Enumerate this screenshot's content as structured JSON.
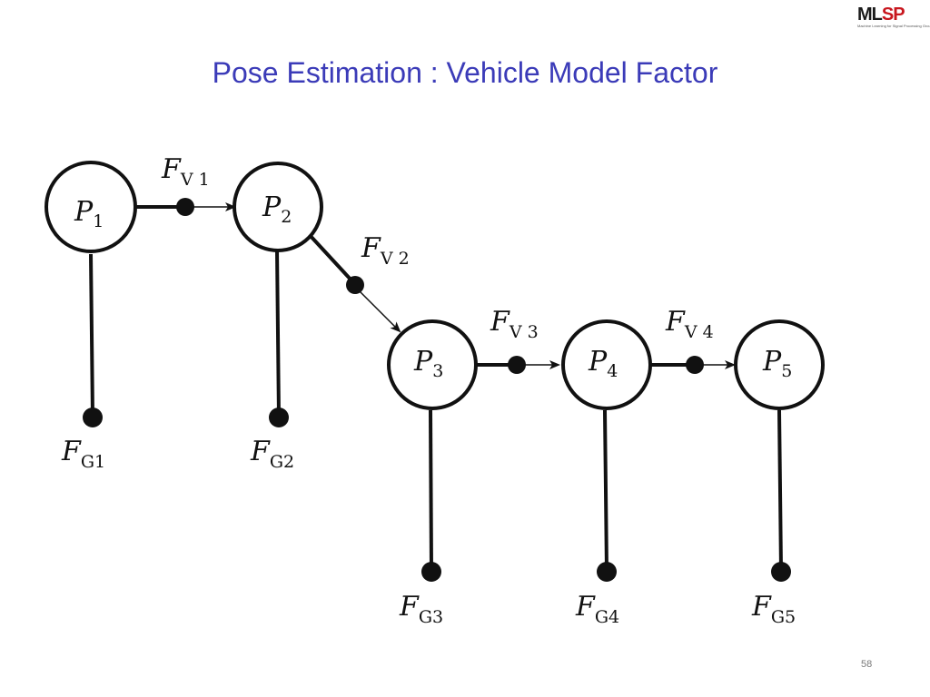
{
  "header": {
    "title": "Pose Estimation : Vehicle Model Factor",
    "logo": {
      "main_a": "ML",
      "main_b": "SP",
      "tagline": "Machine Learning for Signal Processing Group"
    }
  },
  "diagram": {
    "pose_nodes": [
      {
        "var": "P",
        "sub": "1"
      },
      {
        "var": "P",
        "sub": "2"
      },
      {
        "var": "P",
        "sub": "3"
      },
      {
        "var": "P",
        "sub": "4"
      },
      {
        "var": "P",
        "sub": "5"
      }
    ],
    "vehicle_factors": [
      {
        "var": "F",
        "sub": "V 1"
      },
      {
        "var": "F",
        "sub": "V 2"
      },
      {
        "var": "F",
        "sub": "V 3"
      },
      {
        "var": "F",
        "sub": "V 4"
      }
    ],
    "gps_factors": [
      {
        "var": "F",
        "sub": "G1"
      },
      {
        "var": "F",
        "sub": "G2"
      },
      {
        "var": "F",
        "sub": "G3"
      },
      {
        "var": "F",
        "sub": "G4"
      },
      {
        "var": "F",
        "sub": "G5"
      }
    ]
  },
  "footer": {
    "page_number": "58"
  }
}
